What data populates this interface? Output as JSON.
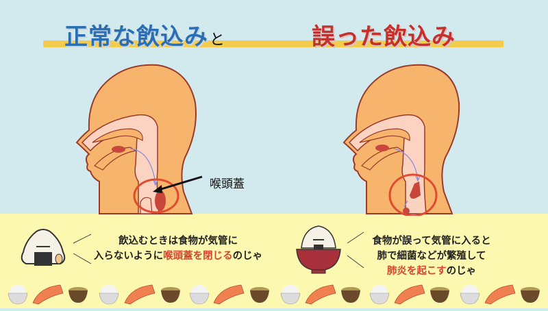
{
  "title": {
    "left": "正常な飲込み",
    "connector": "と",
    "right": "誤った飲込み",
    "colors": {
      "left": "#2a6fb5",
      "right": "#c6302c",
      "underline": "#f3cc4e"
    }
  },
  "diagrams": {
    "normal": {
      "annotation_label": "喉頭蓋",
      "highlight_circle_color": "#e04a2f"
    },
    "aspiration": {
      "highlight_circle_color": "#e04a2f"
    }
  },
  "bubbles": {
    "left": {
      "line1": "飲込むときは食物が気管に",
      "line2_prefix": "入らないように",
      "line2_highlight": "喉頭蓋を閉じる",
      "line2_suffix": "のじゃ"
    },
    "right": {
      "line1": "食物が誤って気管に入ると",
      "line2": "肺で細菌などが繁殖して",
      "line3_highlight": "肺炎を起こす",
      "line3_suffix": "のじゃ"
    }
  },
  "characters": {
    "left": "onigiri-character",
    "right": "rice-bowl-character"
  },
  "food_row": [
    "rice-bowl-icon",
    "salmon-icon",
    "miso-soup-icon",
    "rice-bowl-icon",
    "salmon-icon",
    "miso-soup-icon",
    "rice-bowl-icon",
    "salmon-icon",
    "miso-soup-icon",
    "rice-bowl-icon",
    "salmon-icon",
    "miso-soup-icon",
    "rice-bowl-icon",
    "salmon-icon",
    "miso-soup-icon",
    "rice-bowl-icon",
    "salmon-icon",
    "miso-soup-icon"
  ],
  "colors": {
    "background": "#d2eaed",
    "ground": "#fdf8b0",
    "skin": "#f7b46c",
    "inner": "#fbd3c0",
    "outline": "#9a3a2a",
    "food": "#c8463a"
  }
}
